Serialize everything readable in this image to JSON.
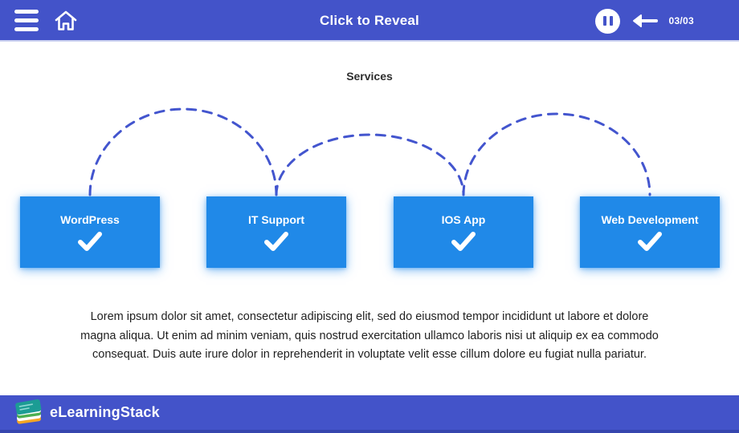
{
  "header": {
    "title": "Click to Reveal",
    "page_counter": "03/03"
  },
  "content": {
    "heading": "Services",
    "cards": [
      {
        "label": "WordPress"
      },
      {
        "label": "IT Support"
      },
      {
        "label": "IOS App"
      },
      {
        "label": "Web Development"
      }
    ],
    "paragraph": "Lorem ipsum dolor sit amet, consectetur adipiscing elit, sed do eiusmod tempor incididunt ut labore et dolore magna aliqua. Ut enim ad minim veniam, quis nostrud exercitation ullamco laboris nisi ut aliquip ex ea commodo consequat. Duis aute irure dolor in reprehenderit in voluptate velit esse cillum dolore eu fugiat nulla pariatur."
  },
  "footer": {
    "brand": "eLearningStack"
  },
  "icons": {
    "hamburger": "hamburger-menu-icon",
    "home": "home-icon",
    "pause": "pause-icon",
    "back": "back-arrow-icon",
    "check": "check-icon",
    "logo": "logo-stack-icon"
  },
  "colors": {
    "header_bar": "#4353c9",
    "card_blue": "#2089e8",
    "arc_dash": "#4355ce",
    "footer_bottom_strip": "#3646ae",
    "check_white": "#ffffff"
  }
}
